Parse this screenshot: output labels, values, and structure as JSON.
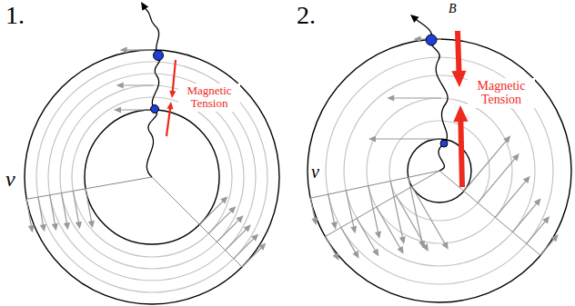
{
  "diagram": {
    "labels": [
      "1.",
      "Magnetic Tension",
      "v⃗",
      "2.",
      "B⃗",
      "Magnetic Tension",
      "v⃗"
    ]
  }
}
